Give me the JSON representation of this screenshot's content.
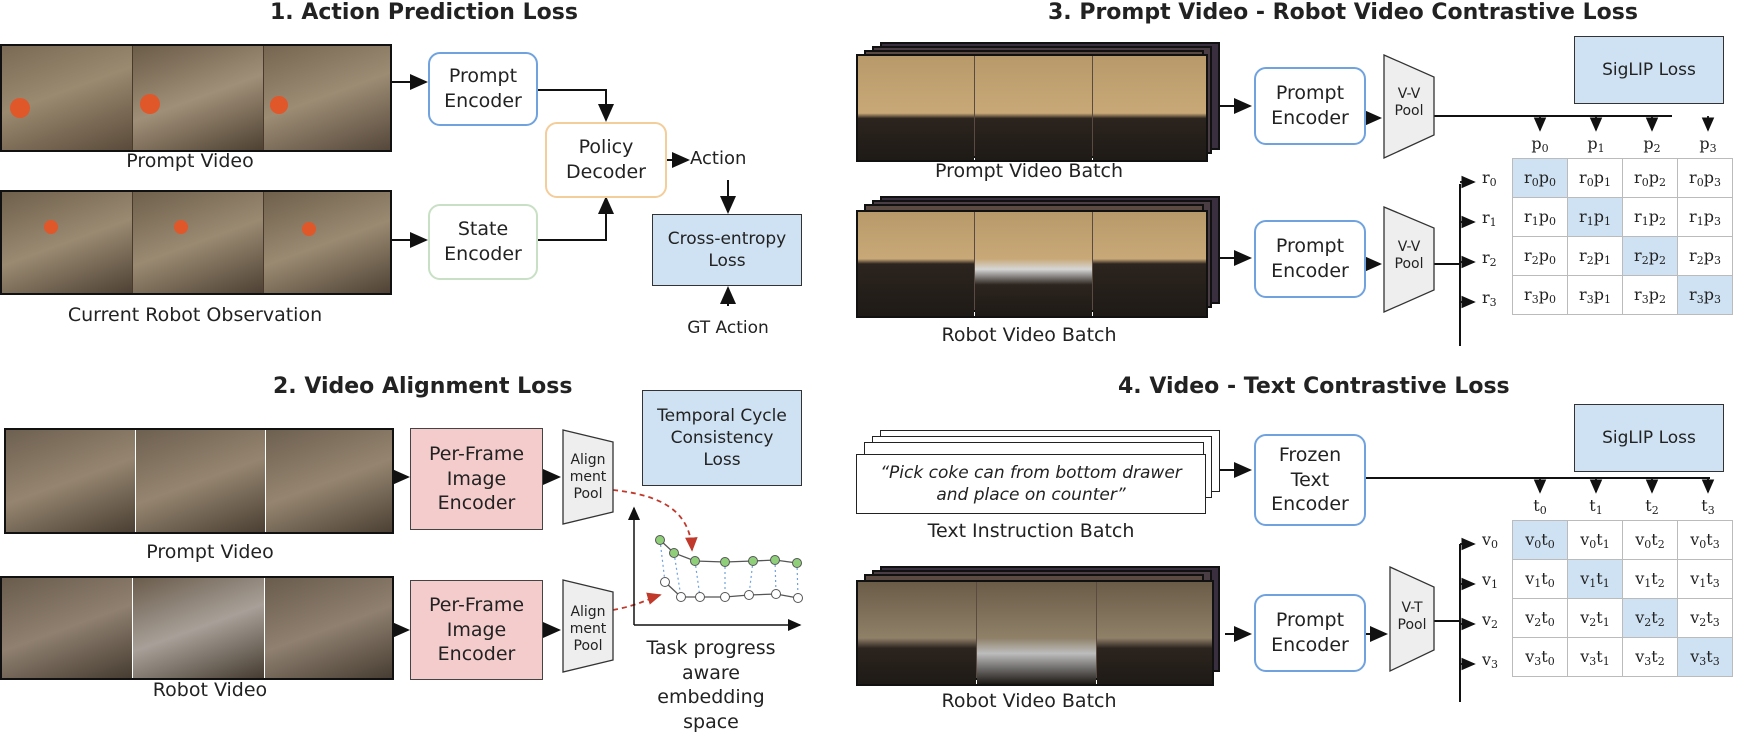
{
  "panel1": {
    "title": "1.   Action Prediction Loss",
    "prompt_video_label": "Prompt Video",
    "current_obs_label": "Current Robot Observation",
    "prompt_encoder": "Prompt\nEncoder",
    "state_encoder": "State\nEncoder",
    "policy_decoder": "Policy\nDecoder",
    "action_label": "Action",
    "loss": "Cross-entropy\nLoss",
    "gt_label": "GT Action"
  },
  "panel2": {
    "title": "2.   Video Alignment Loss",
    "encoder_top": "Per-Frame\nImage\nEncoder",
    "encoder_bottom": "Per-Frame\nImage\nEncoder",
    "pool_top": "Align\nment\nPool",
    "pool_bottom": "Align\nment\nPool",
    "prompt_video_label": "Prompt Video",
    "robot_video_label": "Robot Video",
    "loss": "Temporal Cycle\nConsistency\nLoss",
    "space_label": "Task progress\naware embedding\nspace"
  },
  "panel3": {
    "title": "3.   Prompt Video - Robot Video Contrastive Loss",
    "encoder_top": "Prompt\nEncoder",
    "encoder_bottom": "Prompt\nEncoder",
    "pool_top": "V-V\nPool",
    "pool_bottom": "V-V\nPool",
    "top_batch_label": "Prompt Video Batch",
    "bottom_batch_label": "Robot Video Batch",
    "loss": "SigLIP Loss",
    "col_base": "p",
    "row_base": "r",
    "size": 4
  },
  "panel4": {
    "title": "4.   Video - Text Contrastive Loss",
    "text_instruction": "“Pick coke can from bottom drawer\nand place on counter”",
    "text_batch_label": "Text Instruction Batch",
    "text_encoder": "Frozen\nText\nEncoder",
    "prompt_encoder": "Prompt\nEncoder",
    "pool": "V-T\nPool",
    "bottom_batch_label": "Robot Video Batch",
    "loss": "SigLIP Loss",
    "col_base": "t",
    "row_base": "v",
    "size": 4
  },
  "colors": {
    "highlight": "#cfe2f3",
    "encoder_border": "#6fa2de",
    "pink": "#f4cccc",
    "red_dashed": "#c0392b",
    "node_green": "#8fcf7a"
  }
}
